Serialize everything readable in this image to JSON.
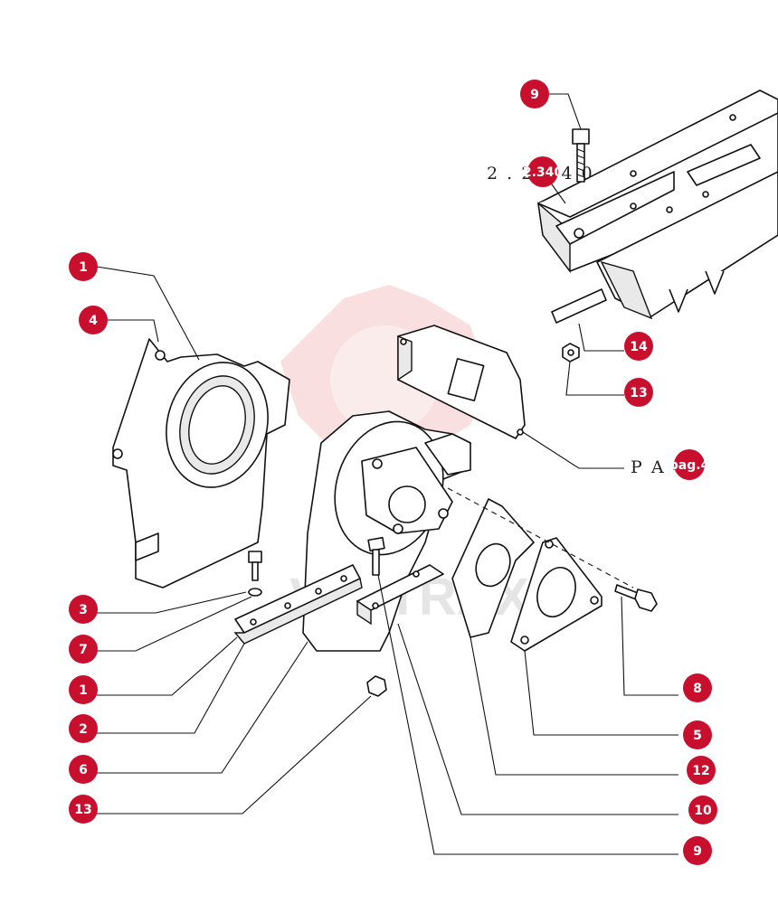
{
  "watermark_text": "VALTRAX",
  "colors": {
    "callout": "#c8102e",
    "watermark": "#d71920",
    "line": "#111111"
  },
  "references": {
    "top": {
      "text": "2 . 2 3 4 0",
      "badge": "2.340"
    },
    "right": {
      "text": "P A   4",
      "badge": "pag.4"
    }
  },
  "callouts": {
    "c9_top": "9",
    "c1_top": "1",
    "c4": "4",
    "c14": "14",
    "c13_right": "13",
    "c3": "3",
    "c7": "7",
    "c1_bottom": "1",
    "c2": "2",
    "c6": "6",
    "c13_bottom": "13",
    "c8": "8",
    "c5": "5",
    "c12": "12",
    "c10": "10",
    "c9_bottom": "9"
  }
}
